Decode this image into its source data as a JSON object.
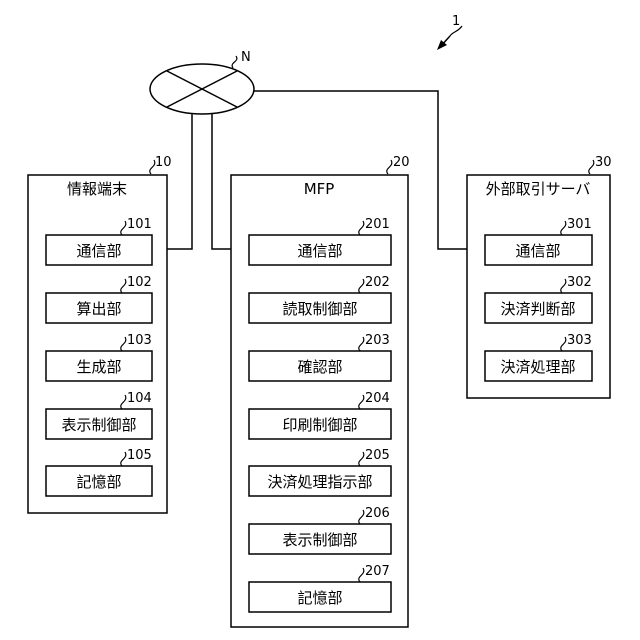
{
  "figure_ref": "1",
  "network": {
    "ref": "N"
  },
  "terminal": {
    "ref": "10",
    "title": "情報端末",
    "units": [
      {
        "ref": "101",
        "label": "通信部"
      },
      {
        "ref": "102",
        "label": "算出部"
      },
      {
        "ref": "103",
        "label": "生成部"
      },
      {
        "ref": "104",
        "label": "表示制御部"
      },
      {
        "ref": "105",
        "label": "記憶部"
      }
    ]
  },
  "mfp": {
    "ref": "20",
    "title": "MFP",
    "units": [
      {
        "ref": "201",
        "label": "通信部"
      },
      {
        "ref": "202",
        "label": "読取制御部"
      },
      {
        "ref": "203",
        "label": "確認部"
      },
      {
        "ref": "204",
        "label": "印刷制御部"
      },
      {
        "ref": "205",
        "label": "決済処理指示部"
      },
      {
        "ref": "206",
        "label": "表示制御部"
      },
      {
        "ref": "207",
        "label": "記憶部"
      }
    ]
  },
  "server": {
    "ref": "30",
    "title": "外部取引サーバ",
    "units": [
      {
        "ref": "301",
        "label": "通信部"
      },
      {
        "ref": "302",
        "label": "決済判断部"
      },
      {
        "ref": "303",
        "label": "決済処理部"
      }
    ]
  }
}
